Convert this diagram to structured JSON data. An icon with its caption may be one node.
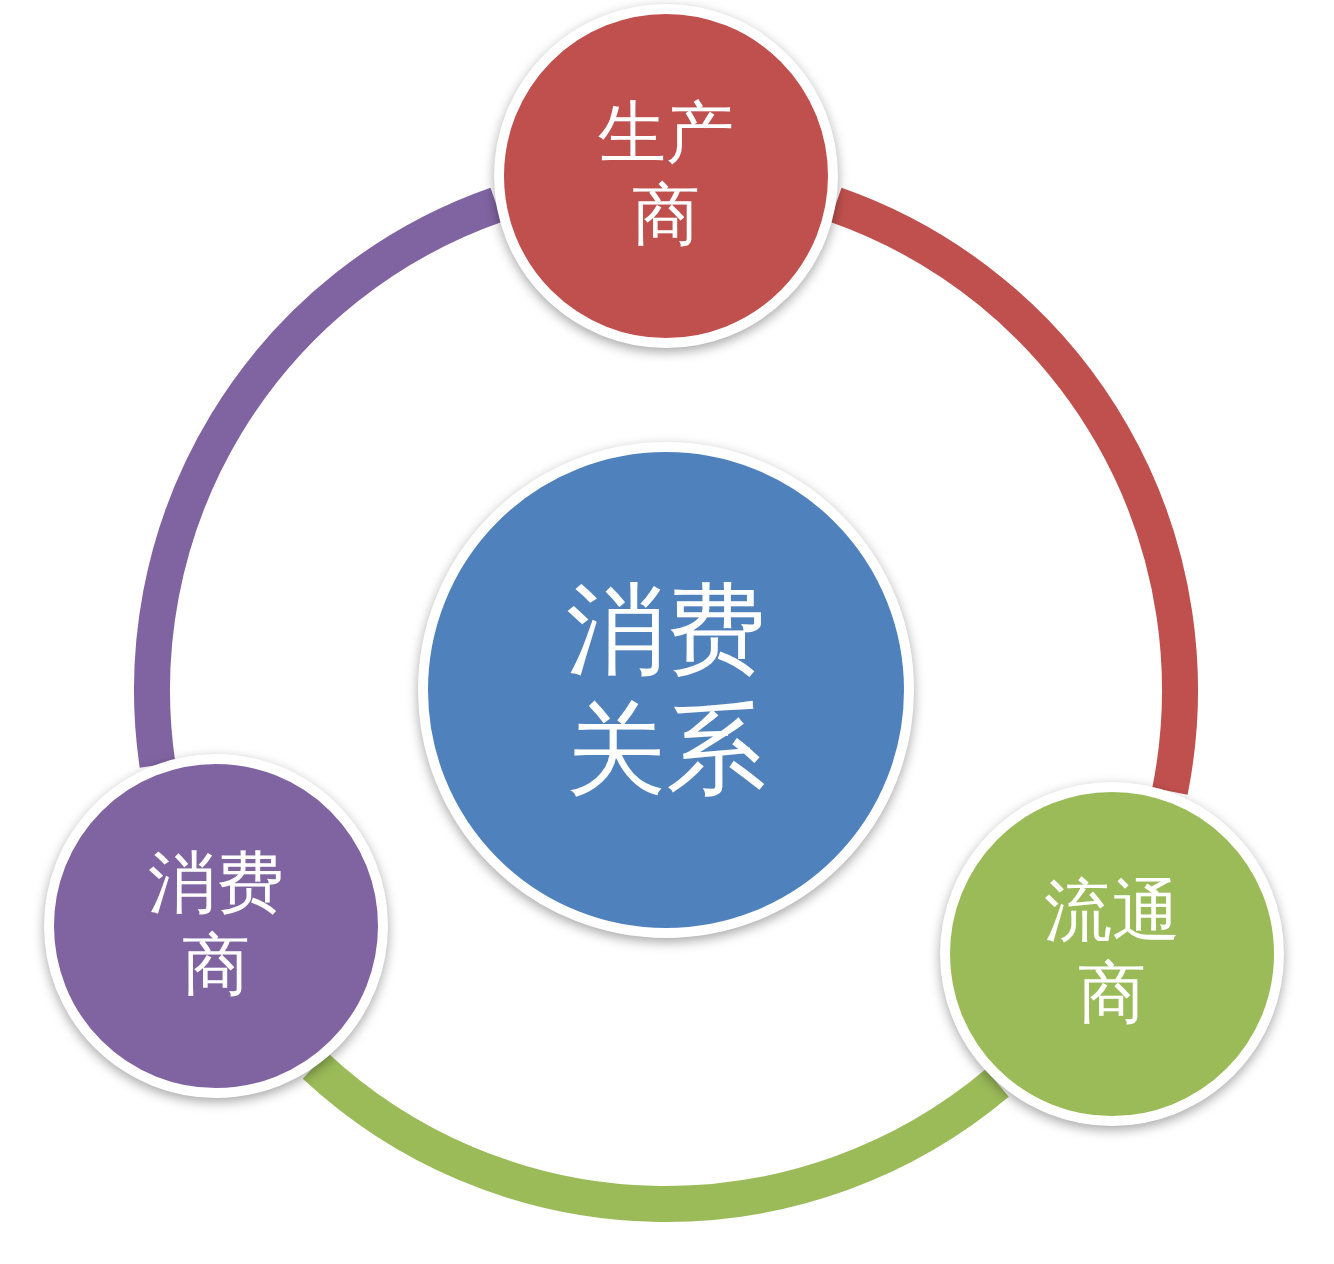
{
  "diagram": {
    "nodes": [
      {
        "text": [
          "生产商"
        ]
      },
      {
        "text": [
          "消费关系"
        ]
      },
      {
        "text": [
          "消费商"
        ]
      },
      {
        "text": [
          "流通商"
        ]
      }
    ],
    "edges": [
      {
        "from": 0,
        "to": 3,
        "arrow": "none",
        "color": "#c0504d"
      },
      {
        "from": 3,
        "to": 2,
        "arrow": "none",
        "color": "#9bbb59"
      },
      {
        "from": 2,
        "to": 0,
        "arrow": "none",
        "color": "#8064a2"
      }
    ]
  }
}
